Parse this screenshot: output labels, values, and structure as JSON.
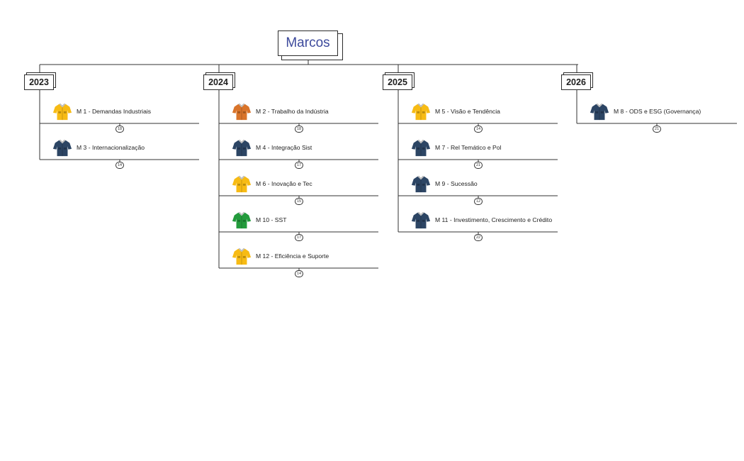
{
  "root": {
    "label": "Marcos"
  },
  "colors": {
    "yellow": "#f7bb14",
    "navy": "#2c4564",
    "orange": "#d9742a",
    "green": "#239b3c",
    "title": "#3d4a9c"
  },
  "years": [
    {
      "label": "2023",
      "items": [
        {
          "label": "M 1 - Demandas Industriais",
          "color": "yellow",
          "count": "18"
        },
        {
          "label": "M 3 - Internacionalização",
          "color": "navy",
          "count": "14"
        }
      ]
    },
    {
      "label": "2024",
      "items": [
        {
          "label": "M 2  - Trabalho da Indústria",
          "color": "orange",
          "count": "18"
        },
        {
          "label": "M 4 - Integração Sist",
          "color": "navy",
          "count": "17"
        },
        {
          "label": "M 6 - Inovação e Tec",
          "color": "yellow",
          "count": "15"
        },
        {
          "label": "M 10 - SST",
          "color": "green",
          "count": "17"
        },
        {
          "label": "M 12 - Eficiência e Suporte",
          "color": "yellow",
          "count": "14"
        }
      ]
    },
    {
      "label": "2025",
      "items": [
        {
          "label": "M 5 - Visão e Tendência",
          "color": "yellow",
          "count": "14"
        },
        {
          "label": "M 7 - Rel Temático e Pol",
          "color": "navy",
          "count": "21"
        },
        {
          "label": "M 9 - Sucessão",
          "color": "navy",
          "count": "12"
        },
        {
          "label": "M 11 - Investimento, Crescimento e Crédito",
          "color": "navy",
          "count": "22"
        }
      ]
    },
    {
      "label": "2026",
      "items": [
        {
          "label": "M 8 - ODS e ESG (Governança)",
          "color": "navy",
          "count": "21"
        }
      ]
    }
  ]
}
